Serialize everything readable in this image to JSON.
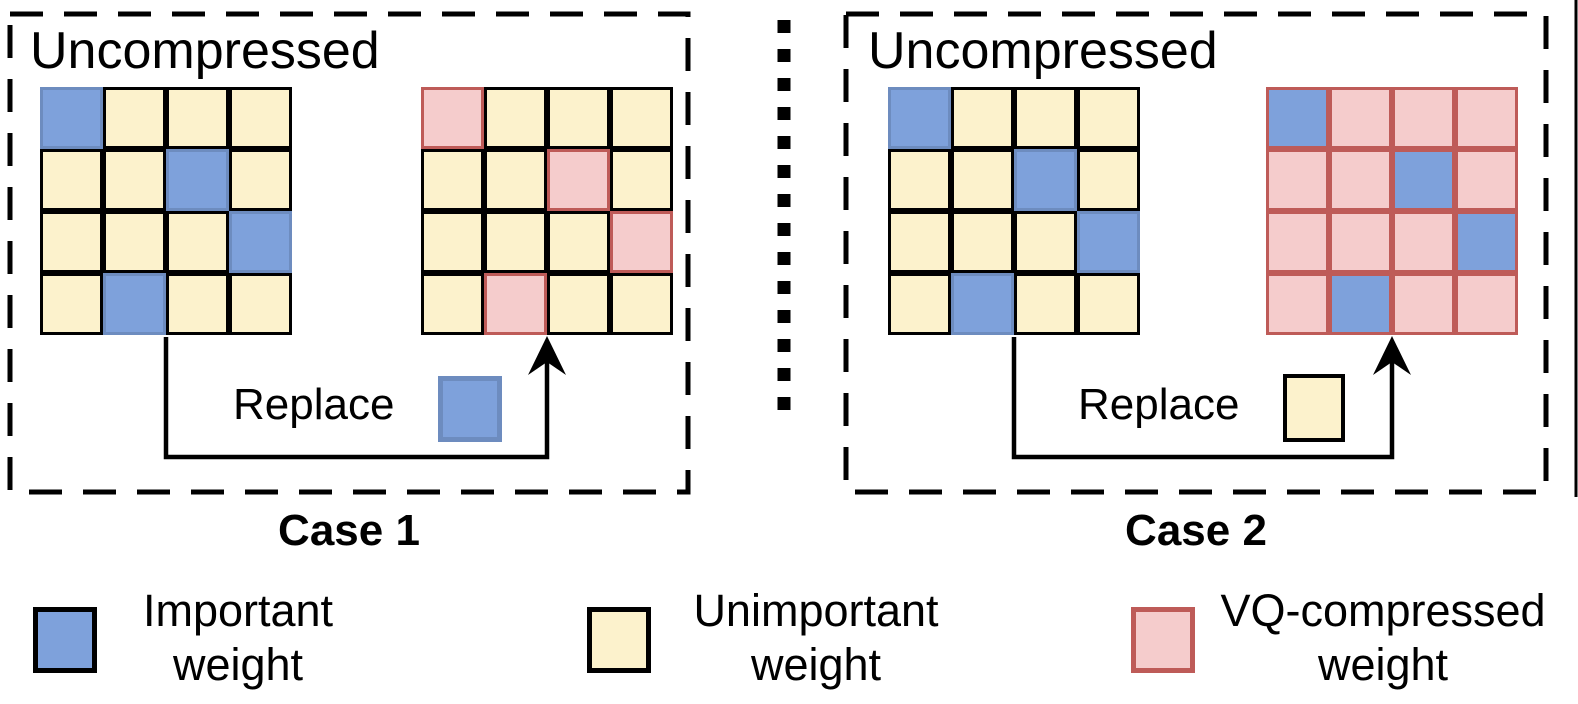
{
  "figure": {
    "colors": {
      "important_fill": "#7EA1DB",
      "important_border": "#6D8CBF",
      "unimportant_fill": "#FCF2CC",
      "vq_fill": "#F5CCCC",
      "vq_border": "#BE5B58",
      "line_black": "#000000"
    },
    "cases": [
      {
        "title": "Uncompressed",
        "case_label": "Case 1",
        "replace_label": "Replace",
        "grids": {
          "left": [
            [
              "important",
              "unimportant",
              "unimportant",
              "unimportant"
            ],
            [
              "unimportant",
              "unimportant",
              "important",
              "unimportant"
            ],
            [
              "unimportant",
              "unimportant",
              "unimportant",
              "important"
            ],
            [
              "unimportant",
              "important",
              "unimportant",
              "unimportant"
            ]
          ],
          "right": [
            [
              "vq",
              "unimportant",
              "unimportant",
              "unimportant"
            ],
            [
              "unimportant",
              "unimportant",
              "vq",
              "unimportant"
            ],
            [
              "unimportant",
              "unimportant",
              "unimportant",
              "vq"
            ],
            [
              "unimportant",
              "vq",
              "unimportant",
              "unimportant"
            ]
          ]
        }
      },
      {
        "title": "Uncompressed",
        "case_label": "Case 2",
        "replace_label": "Replace",
        "grids": {
          "left": [
            [
              "important",
              "unimportant",
              "unimportant",
              "unimportant"
            ],
            [
              "unimportant",
              "unimportant",
              "important",
              "unimportant"
            ],
            [
              "unimportant",
              "unimportant",
              "unimportant",
              "important"
            ],
            [
              "unimportant",
              "important",
              "unimportant",
              "unimportant"
            ]
          ],
          "right": [
            [
              "important-vq",
              "vq",
              "vq",
              "vq"
            ],
            [
              "vq",
              "vq",
              "important-vq",
              "vq"
            ],
            [
              "vq",
              "vq",
              "vq",
              "important-vq"
            ],
            [
              "vq",
              "important-vq",
              "vq",
              "vq"
            ]
          ]
        }
      }
    ],
    "legend": [
      {
        "swatch": "important",
        "line1": "Important",
        "line2": "weight"
      },
      {
        "swatch": "unimportant",
        "line1": "Unimportant",
        "line2": "weight"
      },
      {
        "swatch": "vq",
        "line1": "VQ-compressed",
        "line2": "weight"
      }
    ]
  }
}
